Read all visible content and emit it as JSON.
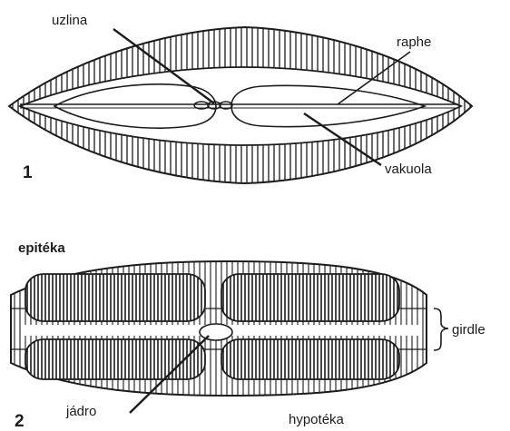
{
  "figure1": {
    "number": "1",
    "labels": {
      "uzlina": "uzlina",
      "raphe": "raphe",
      "vakuola": "vakuola"
    }
  },
  "figure2": {
    "number": "2",
    "labels": {
      "epiteka": "epitéka",
      "girdle": "girdle",
      "jadro": "jádro",
      "hypoteka": "hypotéka"
    }
  },
  "colors": {
    "ink": "#1c1c1c",
    "paper": "#ffffff"
  }
}
